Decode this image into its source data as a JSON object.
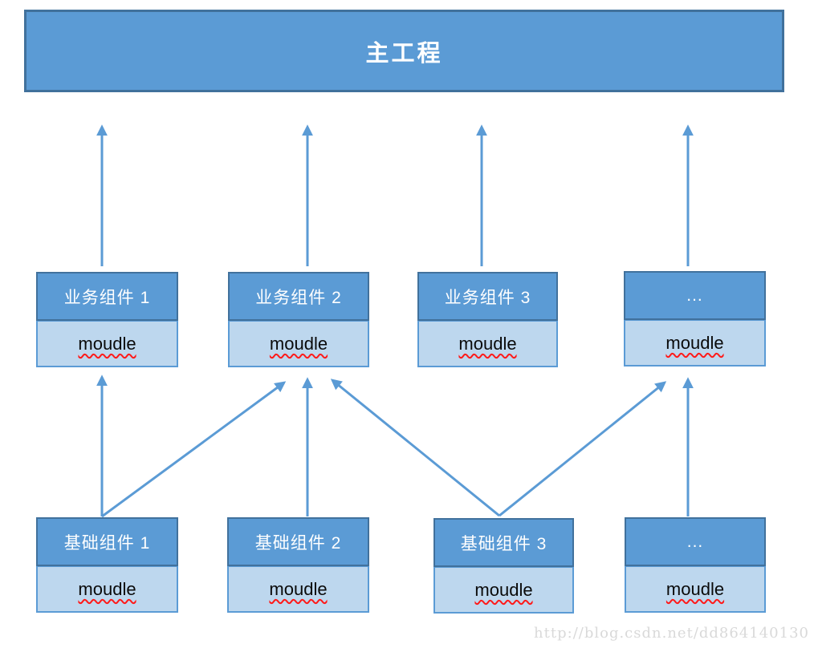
{
  "diagram": {
    "main": {
      "id": "main",
      "label": "主工程"
    },
    "business_row": [
      {
        "id": "business-1",
        "title": "业务组件 1",
        "module": "moudle"
      },
      {
        "id": "business-2",
        "title": "业务组件 2",
        "module": "moudle"
      },
      {
        "id": "business-3",
        "title": "业务组件 3",
        "module": "moudle"
      },
      {
        "id": "business-etc",
        "title": "...",
        "module": "moudle"
      }
    ],
    "base_row": [
      {
        "id": "base-1",
        "title": "基础组件 1",
        "module": "moudle"
      },
      {
        "id": "base-2",
        "title": "基础组件 2",
        "module": "moudle"
      },
      {
        "id": "base-3",
        "title": "基础组件 3",
        "module": "moudle"
      },
      {
        "id": "base-etc",
        "title": "...",
        "module": "moudle"
      }
    ],
    "edges": [
      {
        "from": "business-1",
        "to": "main"
      },
      {
        "from": "business-2",
        "to": "main"
      },
      {
        "from": "business-3",
        "to": "main"
      },
      {
        "from": "business-etc",
        "to": "main"
      },
      {
        "from": "base-1",
        "to": "business-1"
      },
      {
        "from": "base-1",
        "to": "business-2"
      },
      {
        "from": "base-2",
        "to": "business-2"
      },
      {
        "from": "base-3",
        "to": "business-2"
      },
      {
        "from": "base-3",
        "to": "business-etc"
      },
      {
        "from": "base-etc",
        "to": "business-etc"
      }
    ],
    "watermark": "http://blog.csdn.net/dd864140130",
    "colors": {
      "box_fill": "#5b9bd5",
      "box_border": "#41719c",
      "module_fill": "#bdd7ee",
      "module_border": "#5b9bd5",
      "arrow": "#5b9bd5",
      "title_text": "#ffffff",
      "module_text": "#0a0a0a",
      "spellcheck_underline": "#ff1a1a",
      "watermark_text": "#d9d9d9"
    }
  }
}
